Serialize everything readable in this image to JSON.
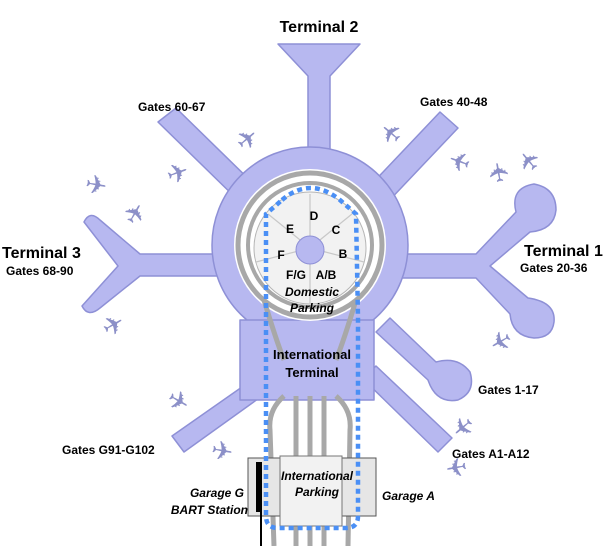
{
  "terminals": {
    "terminal_2": "Terminal 2",
    "terminal_3": "Terminal 3",
    "terminal_3_gates": "Gates 68-90",
    "terminal_1": "Terminal 1",
    "terminal_1_gates": "Gates 20-36",
    "international_1": "International",
    "international_2": "Terminal"
  },
  "gates": {
    "g60_67": "Gates 60-67",
    "g40_48": "Gates 40-48",
    "g1_17": "Gates 1-17",
    "gA1_A12": "Gates A1-A12",
    "gG91_G102": "Gates G91-G102"
  },
  "parking": {
    "domestic_1": "Domestic",
    "domestic_2": "Parking",
    "international_1": "International",
    "international_2": "Parking",
    "garage_g": "Garage G",
    "bart": "BART Station",
    "garage_a": "Garage A"
  },
  "sections": [
    "D",
    "C",
    "B",
    "A/B",
    "F/G",
    "F",
    "E"
  ],
  "icons": {
    "airplane": "airplane-icon"
  },
  "colors": {
    "terminal_fill": "#b7b8f0",
    "road": "#a8a8a8",
    "dotted_route": "#4a8ff5",
    "parking_fill": "#f2f2f2"
  }
}
